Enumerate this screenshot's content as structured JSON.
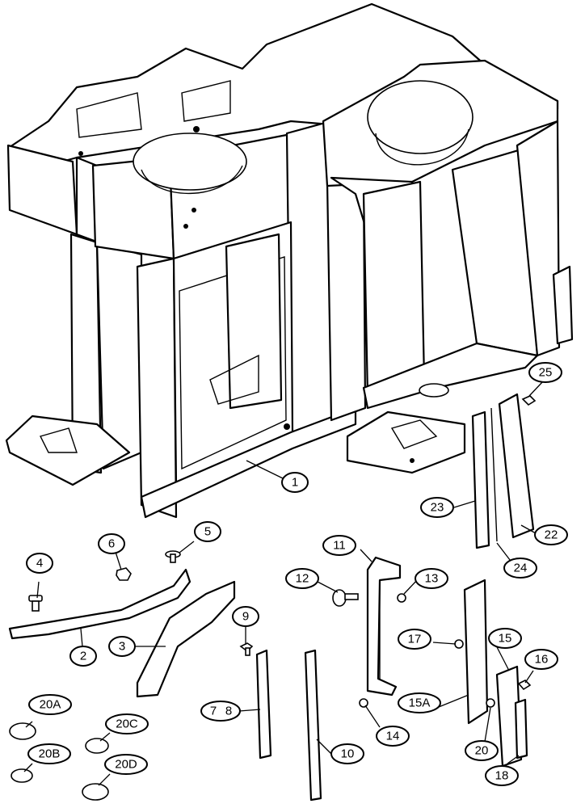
{
  "diagram": {
    "callouts": [
      {
        "id": "1",
        "label": "1"
      },
      {
        "id": "2",
        "label": "2"
      },
      {
        "id": "3",
        "label": "3"
      },
      {
        "id": "4",
        "label": "4"
      },
      {
        "id": "5",
        "label": "5"
      },
      {
        "id": "6",
        "label": "6"
      },
      {
        "id": "7",
        "label": "7"
      },
      {
        "id": "8",
        "label": "8"
      },
      {
        "id": "9",
        "label": "9"
      },
      {
        "id": "10",
        "label": "10"
      },
      {
        "id": "11",
        "label": "11"
      },
      {
        "id": "12",
        "label": "12"
      },
      {
        "id": "13",
        "label": "13"
      },
      {
        "id": "14",
        "label": "14"
      },
      {
        "id": "15",
        "label": "15"
      },
      {
        "id": "15A",
        "label": "15A"
      },
      {
        "id": "16",
        "label": "16"
      },
      {
        "id": "17",
        "label": "17"
      },
      {
        "id": "18",
        "label": "18"
      },
      {
        "id": "20",
        "label": "20"
      },
      {
        "id": "20A",
        "label": "20A"
      },
      {
        "id": "20B",
        "label": "20B"
      },
      {
        "id": "20C",
        "label": "20C"
      },
      {
        "id": "20D",
        "label": "20D"
      },
      {
        "id": "22",
        "label": "22"
      },
      {
        "id": "23",
        "label": "23"
      },
      {
        "id": "24",
        "label": "24"
      },
      {
        "id": "25",
        "label": "25"
      }
    ]
  }
}
